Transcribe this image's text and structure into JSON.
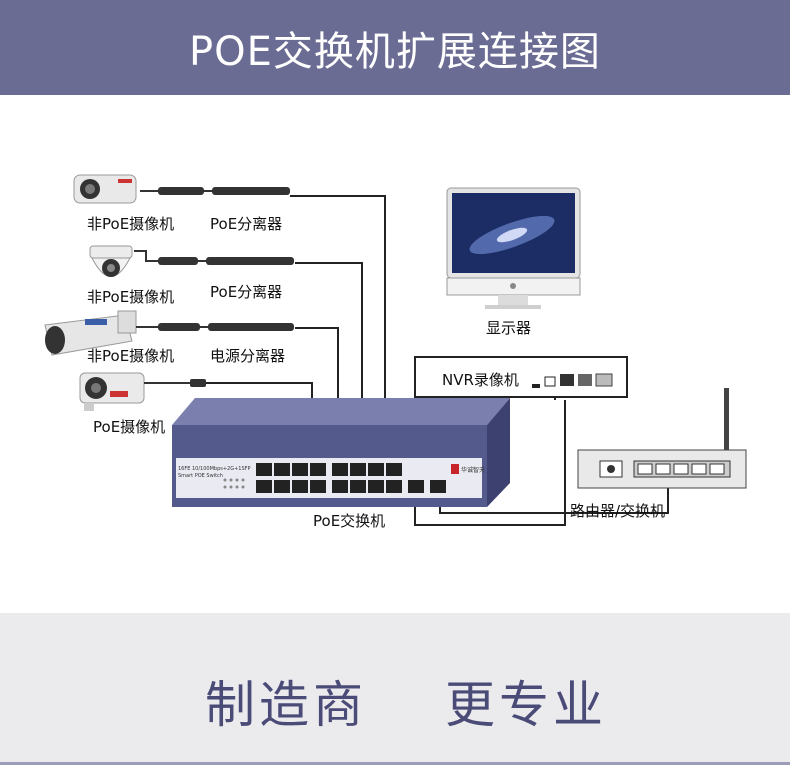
{
  "header": {
    "title": "POE交换机扩展连接图"
  },
  "diagram": {
    "labels": {
      "cam1": "非PoE摄像机",
      "splitter1": "PoE分离器",
      "cam2": "非PoE摄像机",
      "splitter2": "PoE分离器",
      "cam3": "非PoE摄像机",
      "splitter3": "电源分离器",
      "cam4": "PoE摄像机",
      "monitor": "显示器",
      "nvr": "NVR录像机",
      "switch": "PoE交换机",
      "router": "路由器/交换机",
      "switch_spec": "16FE 10/100Mbps+2G+1SFP",
      "switch_model": "Smart POE Switch",
      "switch_brand": "华诚智天"
    }
  },
  "footer": {
    "slogan_left": "制造商",
    "slogan_right": "更专业"
  },
  "colors": {
    "header_bg": "#6b6c93",
    "switch_body": "#555a8c",
    "slogan": "#4b4b78"
  }
}
